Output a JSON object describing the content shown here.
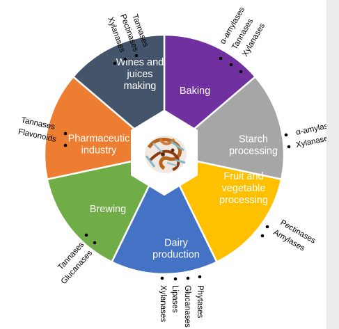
{
  "diagram": {
    "center": {
      "image": "enzyme-protein-structure"
    },
    "segments": [
      {
        "id": "baking",
        "label_lines": [
          "Baking"
        ],
        "color": "#7030a0",
        "enzymes": [
          "α-amylases",
          "Tannases",
          "Xylanases"
        ]
      },
      {
        "id": "starch",
        "label_lines": [
          "Starch",
          "processing"
        ],
        "color": "#a6a6a6",
        "enzymes": [
          "α-amylases",
          "Xylanases"
        ]
      },
      {
        "id": "fruit",
        "label_lines": [
          "Fruit and",
          "vegetable",
          "processing"
        ],
        "color": "#ffc000",
        "enzymes": [
          "Pectinases",
          "Amylases"
        ]
      },
      {
        "id": "dairy",
        "label_lines": [
          "Dairy",
          "production"
        ],
        "color": "#4472c4",
        "enzymes": [
          "Phytases",
          "Glucanases",
          "Lipases",
          "Xylanases"
        ]
      },
      {
        "id": "brewing",
        "label_lines": [
          "Brewing"
        ],
        "color": "#70ad47",
        "enzymes": [
          "Tannases",
          "Glucanases"
        ]
      },
      {
        "id": "pharma",
        "label_lines": [
          "Pharmaceutic",
          "industry"
        ],
        "color": "#ed7d31",
        "enzymes": [
          "Tannases",
          "Flavonoids"
        ]
      },
      {
        "id": "wines",
        "label_lines": [
          "Wines and",
          "juices",
          "making"
        ],
        "color": "#44546a",
        "enzymes": [
          "Tannases",
          "Pectinases",
          "Xylanases"
        ]
      }
    ]
  }
}
